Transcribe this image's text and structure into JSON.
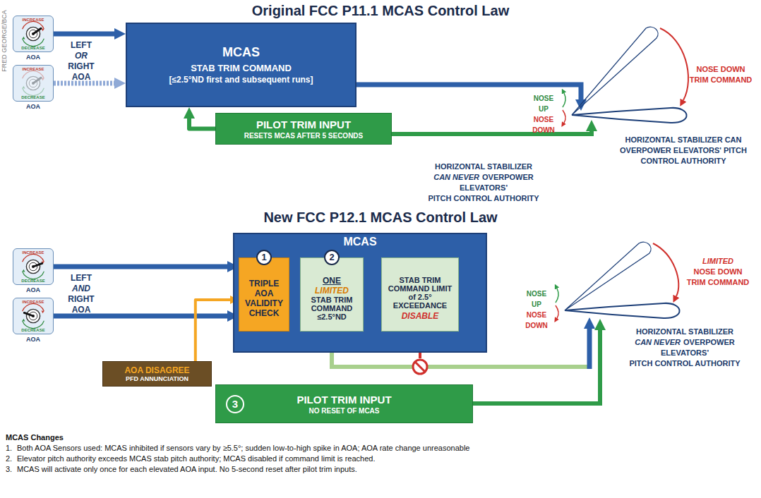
{
  "diagram": {
    "title": "Original FCC P11.1 MCAS Control Law",
    "nodes": [
      {
        "text": [
          "INCREASE",
          "DECREASE",
          "AOA"
        ]
      },
      {
        "text": [
          "INCREASE",
          "DECREASE",
          "AOA"
        ]
      },
      {
        "text": [
          "MCAS",
          "STAB TRIM COMMAND",
          "[≤2.5°ND first and subsequent runs]"
        ]
      },
      {
        "text": [
          "PILOT TRIM INPUT",
          "RESETS MCAS AFTER 5 SECONDS"
        ]
      },
      {
        "text": [
          "INCREASE",
          "DECREASE",
          "AOA"
        ]
      },
      {
        "text": [
          "INCREASE",
          "DECREASE",
          "AOA"
        ]
      },
      {
        "text": [
          "MCAS"
        ]
      },
      {
        "text": [
          "1",
          "TRIPLE AOA VALIDITY CHECK"
        ],
        "in": 6
      },
      {
        "text": [
          "2",
          "ONE",
          "LIMITED",
          "STAB TRIM COMMAND ≤2.5°ND"
        ],
        "in": 6
      },
      {
        "text": [
          "STAB TRIM COMMAND LIMIT of 2.5° EXCEEDANCE",
          "DISABLE"
        ],
        "in": 6
      },
      {
        "text": [
          "AOA DISAGREE",
          "PFD ANNUNCIATION"
        ]
      },
      {
        "text": [
          "3",
          "PILOT TRIM INPUT",
          "NO RESET OF MCAS"
        ]
      }
    ],
    "edges": [
      {
        "from": 0,
        "to": 2,
        "arrow": "to"
      },
      {
        "from": 1,
        "to": 2,
        "arrow": "to"
      },
      {
        "from": 3,
        "to": 2,
        "arrow": "to"
      },
      {
        "from": 4,
        "to": 7,
        "arrow": "to"
      },
      {
        "from": 5,
        "to": 7,
        "arrow": "to"
      },
      {
        "from": 10,
        "to": 7,
        "arrow": "to"
      },
      {
        "from": 7,
        "to": 8,
        "arrow": "to"
      }
    ],
    "labels": [
      "FRED GEORGE/BCA",
      "LEFT",
      "OR",
      "RIGHT AOA",
      "NOSE UP",
      "NOSE DOWN",
      "NOSE DOWN TRIM COMMAND",
      "HORIZONTAL STABILIZER CAN OVERPOWER ELEVATORS' PITCH CONTROL AUTHORITY",
      "HORIZONTAL STABILIZER",
      "CAN NEVER",
      "OVERPOWER",
      "ELEVATORS'",
      "PITCH CONTROL AUTHORITY",
      "New FCC P12.1 MCAS Control Law",
      "LEFT",
      "AND",
      "RIGHT AOA",
      "NOSE UP",
      "NOSE DOWN",
      "LIMITED",
      "NOSE DOWN TRIM COMMAND",
      "HORIZONTAL STABILIZER",
      "CAN NEVER",
      "OVERPOWER",
      "ELEVATORS'",
      "PITCH CONTROL AUTHORITY",
      "MCAS Changes",
      "1.",
      "Both AOA Sensors used: MCAS inhibited if sensors vary by ≥5.5°; sudden low-to-high spike in AOA; AOA rate change unreasonable",
      "2.",
      "Elevator pitch authority exceeds MCAS stab pitch authority; MCAS disabled if command limit is reached.",
      "3.",
      "MCAS will activate only once for each elevated AOA input. No 5-second reset after pilot trim inputs."
    ]
  }
}
